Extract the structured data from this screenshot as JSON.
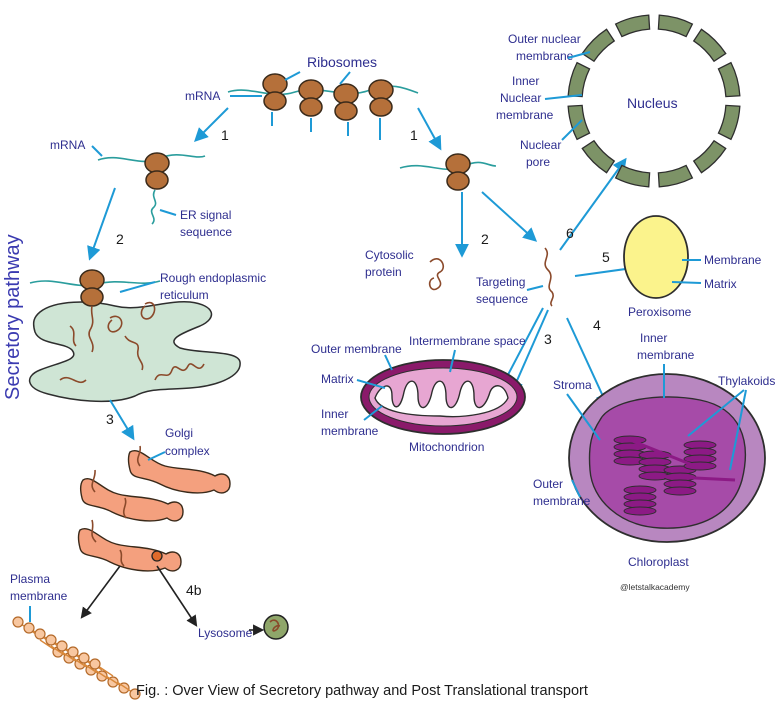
{
  "caption": "Fig. : Over View of Secretory pathway and Post Translational transport",
  "watermark": "@letstalkacademy",
  "side_title": "Secretory pathway",
  "colors": {
    "label_text": "#2e2e8f",
    "arrow": "#1e9ad6",
    "ribosome": "#b5703a",
    "nuclear_envelope": "#7d9367",
    "er": "#cfe5d5",
    "golgi": "#f4a07e",
    "peroxisome": "#fbf38c",
    "mitochondrion_outer": "#8a1a6a",
    "chloroplast_outer": "#b887c0"
  },
  "labels": {
    "ribosomes": "Ribosomes",
    "mrna_top": "mRNA",
    "mrna_left": "mRNA",
    "er_signal_1": "ER signal",
    "er_signal_2": "sequence",
    "rough_er_1": "Rough endoplasmic",
    "rough_er_2": "reticulum",
    "golgi_1": "Golgi",
    "golgi_2": "complex",
    "plasma_1": "Plasma",
    "plasma_2": "membrane",
    "lysosome": "Lysosome",
    "cytosolic_1": "Cytosolic",
    "cytosolic_2": "protein",
    "targeting_1": "Targeting",
    "targeting_2": "sequence",
    "outer_nuc_1": "Outer nuclear",
    "outer_nuc_2": "membrane",
    "inner_nuc_1": "Inner",
    "inner_nuc_2": "Nuclear",
    "inner_nuc_3": "membrane",
    "nuc_pore_1": "Nuclear",
    "nuc_pore_2": "pore",
    "nucleus": "Nucleus",
    "perox_membrane": "Membrane",
    "perox_matrix": "Matrix",
    "peroxisome": "Peroxisome",
    "mito_outer": "Outer membrane",
    "mito_ims": "Intermembrane space",
    "mito_matrix": "Matrix",
    "mito_inner_1": "Inner",
    "mito_inner_2": "membrane",
    "mitochondrion": "Mitochondrion",
    "chl_inner_1": "Inner",
    "chl_inner_2": "membrane",
    "thylakoids": "Thylakoids",
    "stroma": "Stroma",
    "chl_outer_1": "Outer",
    "chl_outer_2": "membrane",
    "chloroplast": "Chloroplast"
  },
  "steps": {
    "s1_left": "1",
    "s1_right": "1",
    "s2_left": "2",
    "s2_right": "2",
    "s3_left": "3",
    "s3_right": "3",
    "s4": "4",
    "s4b": "4b",
    "s5": "5",
    "s6": "6"
  }
}
